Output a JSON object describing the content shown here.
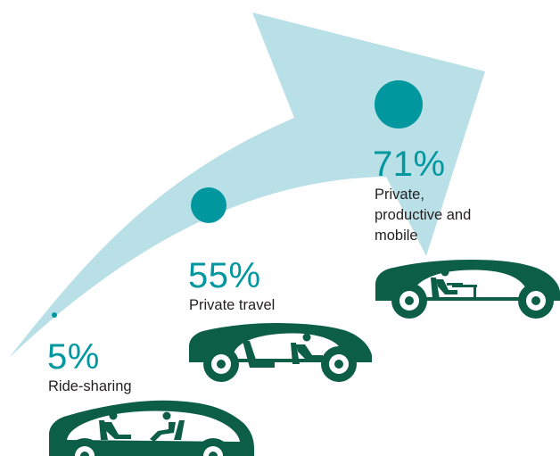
{
  "colors": {
    "arrow": "#b9e0e6",
    "accent": "#00979f",
    "car": "#0d5e47",
    "car_window": "#ffffff",
    "text": "#231f20"
  },
  "levels": [
    {
      "percent": "5%",
      "label": "Ride-sharing",
      "value": 5,
      "car_interior": "two-seated-passengers-icon"
    },
    {
      "percent": "55%",
      "label": "Private travel",
      "value": 55,
      "car_interior": "reclining-seat-and-seated-passenger-icon"
    },
    {
      "percent": "71%",
      "label": "Private, productive and mobile",
      "value": 71,
      "car_interior": "passenger-at-desk-icon"
    }
  ]
}
